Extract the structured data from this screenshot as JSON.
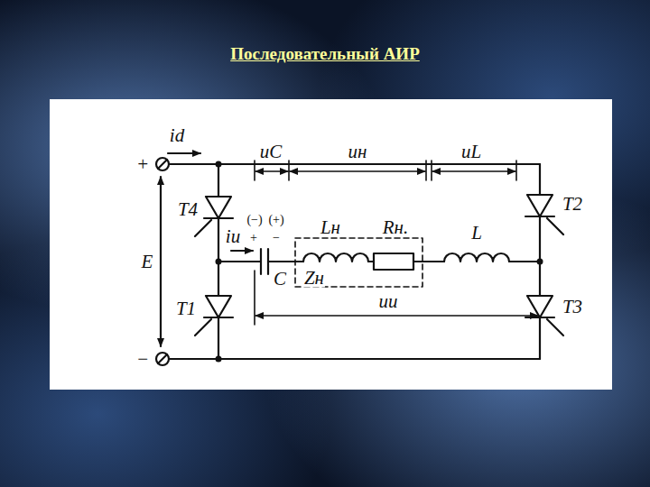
{
  "diagram": {
    "title": "Последовательный  АИР",
    "labels": [
      "id",
      "+",
      "−",
      "E",
      "T4",
      "T1",
      "T2",
      "T3",
      "uC",
      "uн",
      "uL",
      "iи",
      "(−)",
      "(+)",
      "+",
      "−",
      "Lн",
      "Rн.",
      "L",
      "C",
      "Zн",
      "uи"
    ]
  }
}
